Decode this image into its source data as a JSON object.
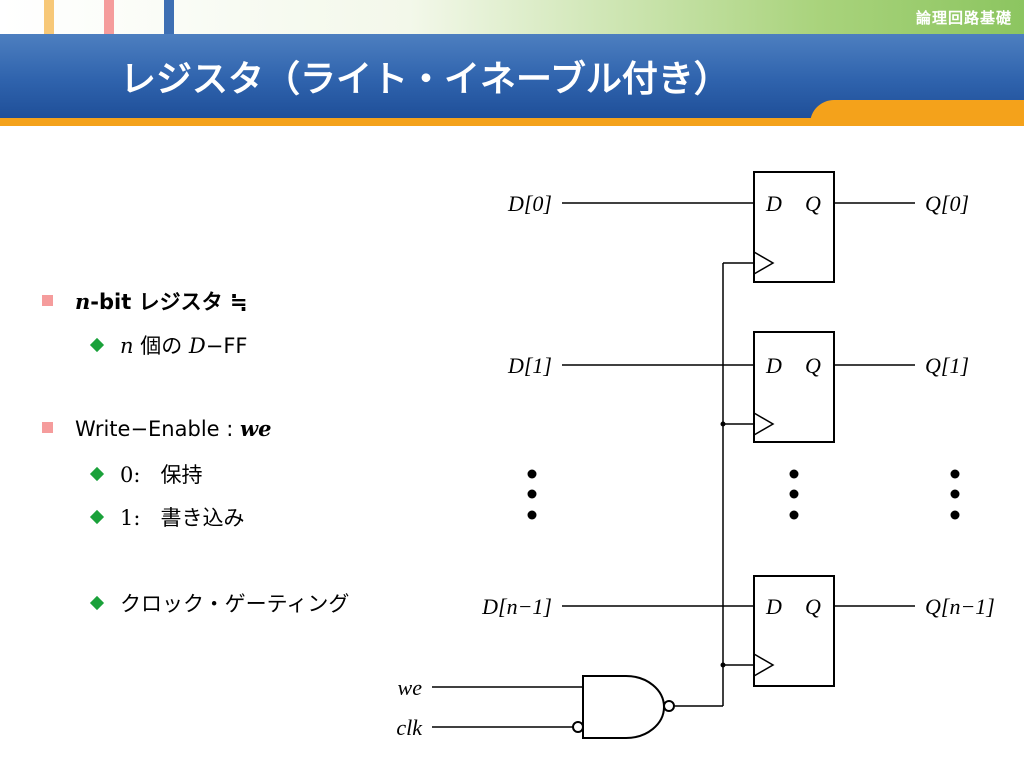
{
  "header": {
    "course": "論理回路基礎",
    "title": "レジスタ（ライト・イネーブル付き）",
    "stripe_colors": [
      "#f7c878",
      "#f59c9c",
      "#3e6fb3"
    ]
  },
  "bullets": {
    "b1_italic": "n",
    "b1_text": "-bit レジスタ ≒",
    "b2_italic": "n",
    "b2_text1": " 個の ",
    "b2_italic2": "D",
    "b2_text2": "−FF",
    "b3_text": "Write−Enable : ",
    "b3_italic": "we",
    "b4_num": "0:",
    "b4_text": "保持",
    "b5_num": "1:",
    "b5_text": "書き込み",
    "b6_text": "クロック・ゲーティング"
  },
  "circuit": {
    "inputs": [
      "D[0]",
      "D[1]",
      "D[n−1]"
    ],
    "outputs": [
      "Q[0]",
      "Q[1]",
      "Q[n−1]"
    ],
    "ff_d": "D",
    "ff_q": "Q",
    "we": "we",
    "clk": "clk"
  },
  "colors": {
    "bullet_square": "#f59c9c",
    "bullet_diamond": "#1aa13a",
    "title_bar": "#2f63ad",
    "orange_band": "#f4a21b"
  }
}
